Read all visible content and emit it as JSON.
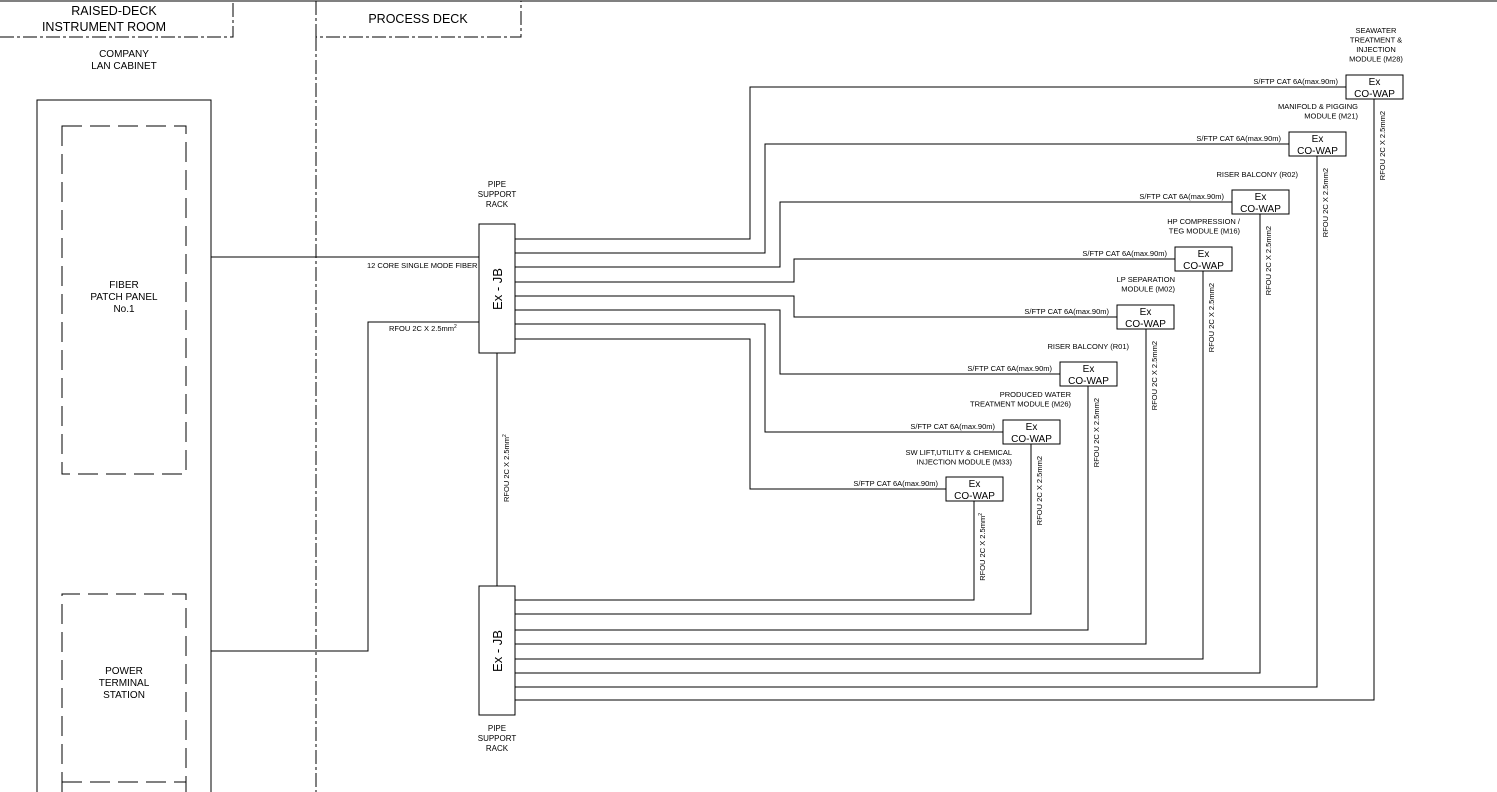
{
  "headers": {
    "left_line1": "RAISED-DECK",
    "left_line2": "INSTRUMENT ROOM",
    "right": "PROCESS DECK"
  },
  "cabinet": {
    "line1": "COMPANY",
    "line2": "LAN CABINET"
  },
  "fiber_panel": {
    "line1": "FIBER",
    "line2": "PATCH PANEL",
    "line3": "No.1"
  },
  "power_station": {
    "line1": "POWER",
    "line2": "TERMINAL",
    "line3": "STATION"
  },
  "jb_label": "Ex - JB",
  "rack_label": {
    "line1": "PIPE",
    "line2": "SUPPORT",
    "line3": "RACK"
  },
  "fiber_cable": "12 CORE SINGLE MODE FIBER",
  "power_cable": "RFOU 2C X 2.5mm",
  "power_cable_sup": "2",
  "vertical_cable": "RFOU 2C X 2.5mm",
  "vertical_cable_sup": "2",
  "wap_line1": "Ex",
  "wap_line2": "CO-WAP",
  "data_cable": "S/FTP CAT 6A(max.90m)",
  "waps": [
    {
      "module_lines": [
        "SEAWATER",
        "TREATMENT &",
        "INJECTION",
        "MODULE (M28)"
      ],
      "power_cable": "RFOU 2C X 2.5mm2"
    },
    {
      "module_lines": [
        "MANIFOLD & PIGGING",
        "MODULE (M21)"
      ],
      "power_cable": "RFOU 2C X 2.5mm2"
    },
    {
      "module_lines": [
        "RISER BALCONY (R02)"
      ],
      "power_cable": "RFOU 2C X 2.5mm2"
    },
    {
      "module_lines": [
        "HP COMPRESSION /",
        "TEG MODULE (M16)"
      ],
      "power_cable": "RFOU 2C X 2.5mm2"
    },
    {
      "module_lines": [
        "LP SEPARATION",
        "MODULE (M02)"
      ],
      "power_cable": "RFOU 2C X 2.5mm2"
    },
    {
      "module_lines": [
        "RISER BALCONY (R01)"
      ],
      "power_cable": "RFOU 2C X 2.5mm2"
    },
    {
      "module_lines": [
        "PRODUCED WATER",
        "TREATMENT  MODULE (M26)"
      ],
      "power_cable": "RFOU 2C X 2.5mm2"
    },
    {
      "module_lines": [
        "SW LIFT,UTILITY & CHEMICAL",
        "INJECTION  MODULE (M33)"
      ],
      "power_cable": "RFOU 2C X 2.5mm",
      "power_sup": "2"
    }
  ]
}
